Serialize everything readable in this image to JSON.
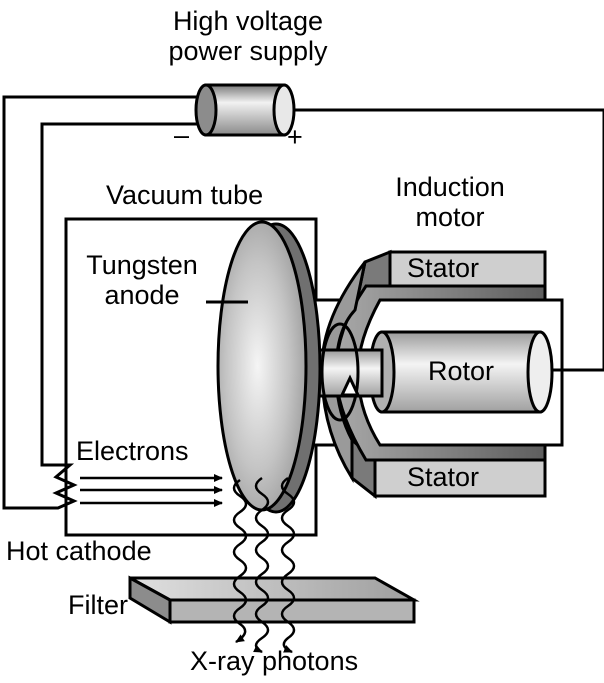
{
  "labels": {
    "power_supply_line1": "High voltage",
    "power_supply_line2": "power supply",
    "minus": "–",
    "plus": "+",
    "vacuum_tube": "Vacuum tube",
    "induction_line1": "Induction",
    "induction_line2": "motor",
    "tungsten_line1": "Tungsten",
    "tungsten_line2": "anode",
    "stator_top": "Stator",
    "rotor": "Rotor",
    "stator_bottom": "Stator",
    "electrons": "Electrons",
    "hot_cathode": "Hot cathode",
    "filter": "Filter",
    "xray_photons": "X-ray photons"
  },
  "colors": {
    "line": "#000000",
    "stator_gray": "#c9c9c9",
    "stator_dark": "#6f6f6f",
    "anode_light": "#e6e6e6",
    "anode_dark": "#8a8a8a",
    "filter_top": "#c8c8c8",
    "filter_front": "#8c8c8c"
  }
}
